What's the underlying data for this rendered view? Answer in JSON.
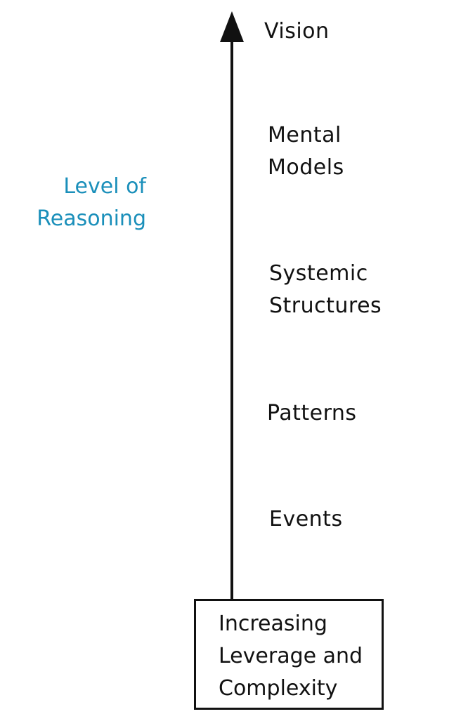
{
  "diagram": {
    "axis_label": [
      "Level of",
      "Reasoning"
    ],
    "levels": [
      [
        "Vision"
      ],
      [
        "Mental",
        "Models"
      ],
      [
        "Systemic",
        "Structures"
      ],
      [
        "Patterns"
      ],
      [
        "Events"
      ]
    ],
    "box_text": [
      "Increasing",
      "Leverage and",
      "Complexity"
    ],
    "colors": {
      "axis_label": "#1a8fba",
      "text": "#111111",
      "arrow": "#111111"
    }
  }
}
